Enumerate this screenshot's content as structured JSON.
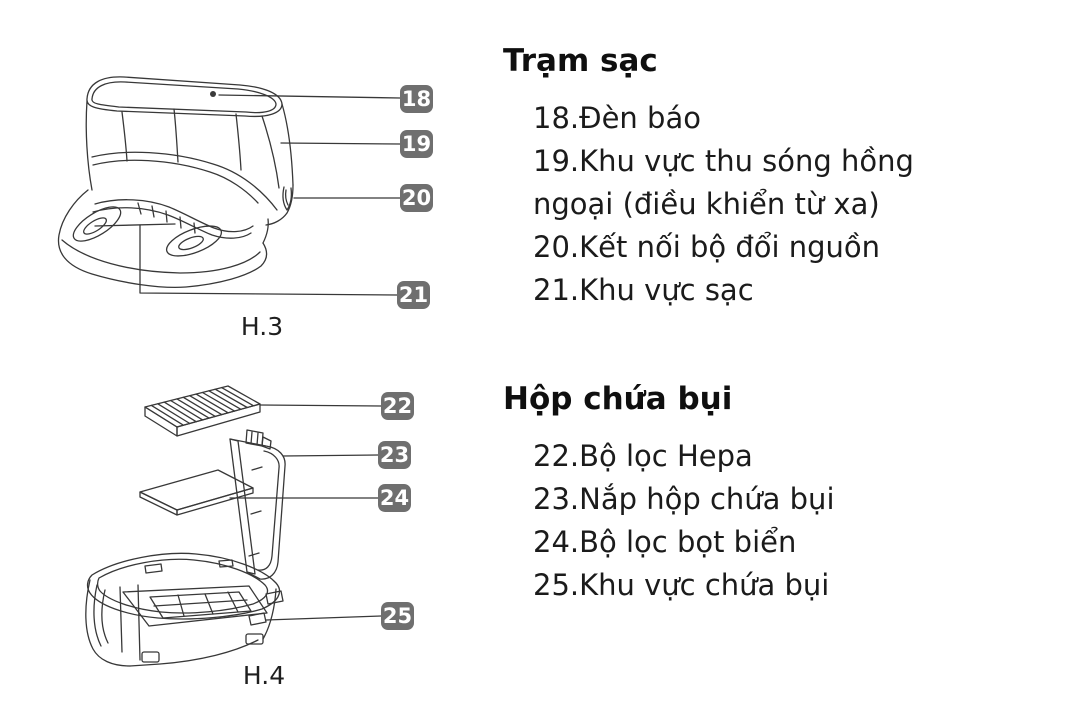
{
  "document": {
    "language": "vi",
    "background": "#ffffff"
  },
  "sections": [
    {
      "title": "Trạm sạc",
      "items": [
        "18.Đèn báo",
        "19.Khu vực thu sóng hồng ngoại (điều khiển từ xa)",
        "20.Kết nối bộ đổi nguồn",
        "21.Khu vực sạc"
      ]
    },
    {
      "title": "Hộp chứa bụi",
      "items": [
        "22.Bộ lọc Hepa",
        "23.Nắp hộp chứa bụi",
        "24.Bộ lọc bọt biển",
        "25.Khu vực chứa bụi"
      ]
    }
  ],
  "figures": [
    {
      "caption": "H.3",
      "subject": "charging-dock",
      "callouts": [
        "18",
        "19",
        "20",
        "21"
      ]
    },
    {
      "caption": "H.4",
      "subject": "dust-box-exploded-view",
      "callouts": [
        "22",
        "23",
        "24",
        "25"
      ]
    }
  ],
  "colors": {
    "badge_bg": "#6f6f6f",
    "badge_text": "#ffffff",
    "leader_line": "#3f3f3f",
    "drawing_line": "#383838",
    "body_text": "#1b1b1b"
  }
}
